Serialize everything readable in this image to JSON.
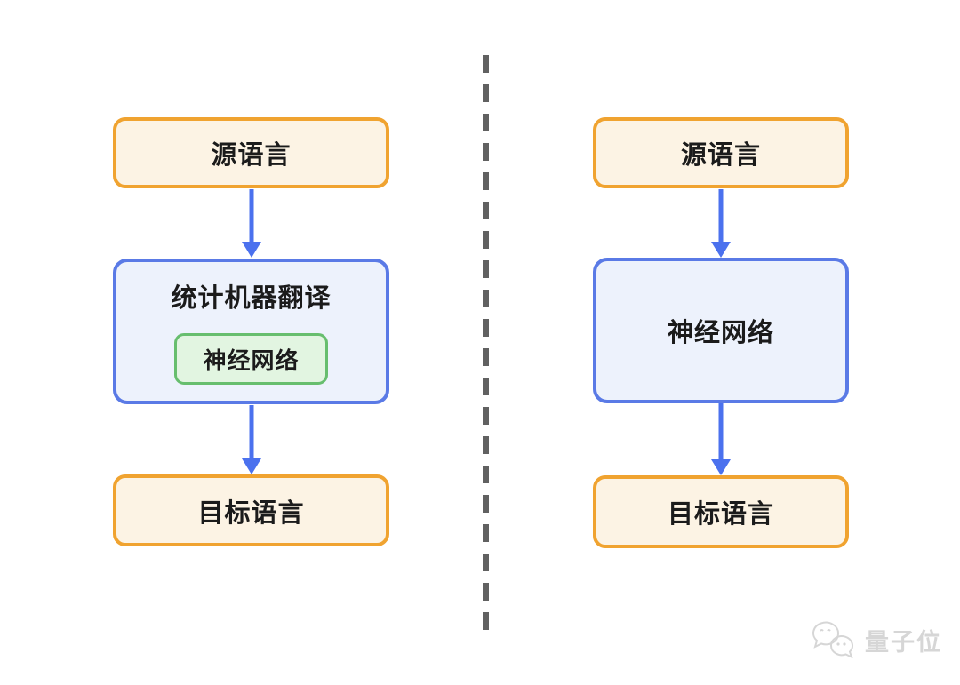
{
  "diagram": {
    "left_flow": {
      "source_label": "源语言",
      "middle_title": "统计机器翻译",
      "middle_inner_label": "神经网络",
      "target_label": "目标语言"
    },
    "right_flow": {
      "source_label": "源语言",
      "middle_label": "神经网络",
      "target_label": "目标语言"
    }
  },
  "watermark": {
    "text": "量子位",
    "icon": "wechat-logo-icon"
  },
  "colors": {
    "orange-border": "#F0A330",
    "orange-fill": "#FCF3E4",
    "blue-border": "#5A7AE6",
    "blue-fill": "#EDF2FC",
    "green-border": "#67BE6E",
    "green-fill": "#E2F5E1",
    "arrow": "#4B71EE",
    "divider": "#616161",
    "text": "#1B1B1B",
    "watermark": "#D6D6D6"
  }
}
